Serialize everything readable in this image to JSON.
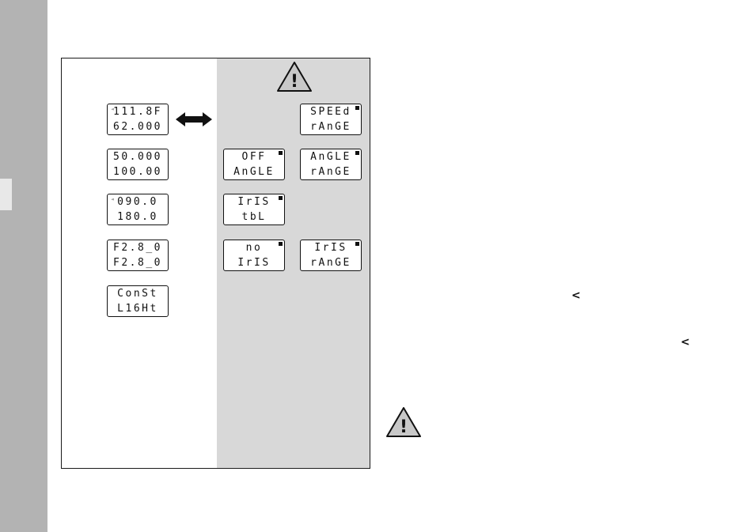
{
  "displays_left": [
    {
      "line1": "111.8F",
      "line2": "62.000",
      "indicator": "◃"
    },
    {
      "line1": "50.000",
      "line2": "100.00"
    },
    {
      "line1": "090.0",
      "line2": "180.0",
      "indicator": "◃"
    },
    {
      "line1": "F2.8_0",
      "line2": "F2.8_0"
    },
    {
      "line1": "ConSt",
      "line2": "L16Ht"
    }
  ],
  "displays_right": [
    {
      "line1": "SPEEd",
      "line2": "rAnGE"
    },
    {
      "line1": "OFF",
      "line2": "AnGLE"
    },
    {
      "line1": "AnGLE",
      "line2": "rAnGE"
    },
    {
      "line1": "IrIS",
      "line2": "tbL"
    },
    {
      "line1": "no",
      "line2": "IrIS"
    },
    {
      "line1": "IrIS",
      "line2": "rAnGE"
    }
  ],
  "glyphs": {
    "chevron_1": "<",
    "chevron_2": "<",
    "warning_mark": "!"
  },
  "colors": {
    "side_strip": "#b3b3b3",
    "panel_shade": "#d8d8d8",
    "warning_fill": "#c8c8c8"
  }
}
